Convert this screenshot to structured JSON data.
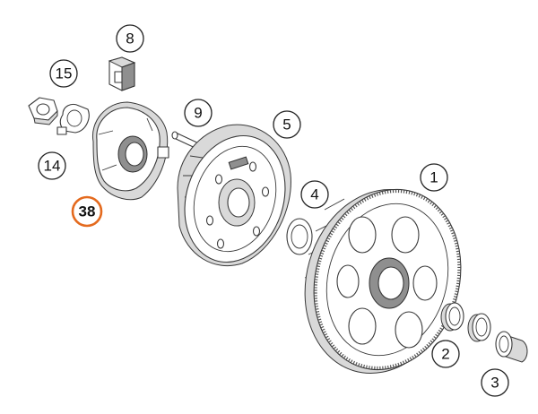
{
  "diagram": {
    "highlight_color": "#e46a1e",
    "line_color": "#3a3a3a",
    "callouts": [
      {
        "id": "c8",
        "label": "8",
        "highlight": false
      },
      {
        "id": "c15",
        "label": "15",
        "highlight": false
      },
      {
        "id": "c9",
        "label": "9",
        "highlight": false
      },
      {
        "id": "c5",
        "label": "5",
        "highlight": false
      },
      {
        "id": "c14",
        "label": "14",
        "highlight": false
      },
      {
        "id": "c38",
        "label": "38",
        "highlight": true
      },
      {
        "id": "c4",
        "label": "4",
        "highlight": false
      },
      {
        "id": "c1",
        "label": "1",
        "highlight": false
      },
      {
        "id": "c2",
        "label": "2",
        "highlight": false
      },
      {
        "id": "c3",
        "label": "3",
        "highlight": false
      }
    ]
  }
}
